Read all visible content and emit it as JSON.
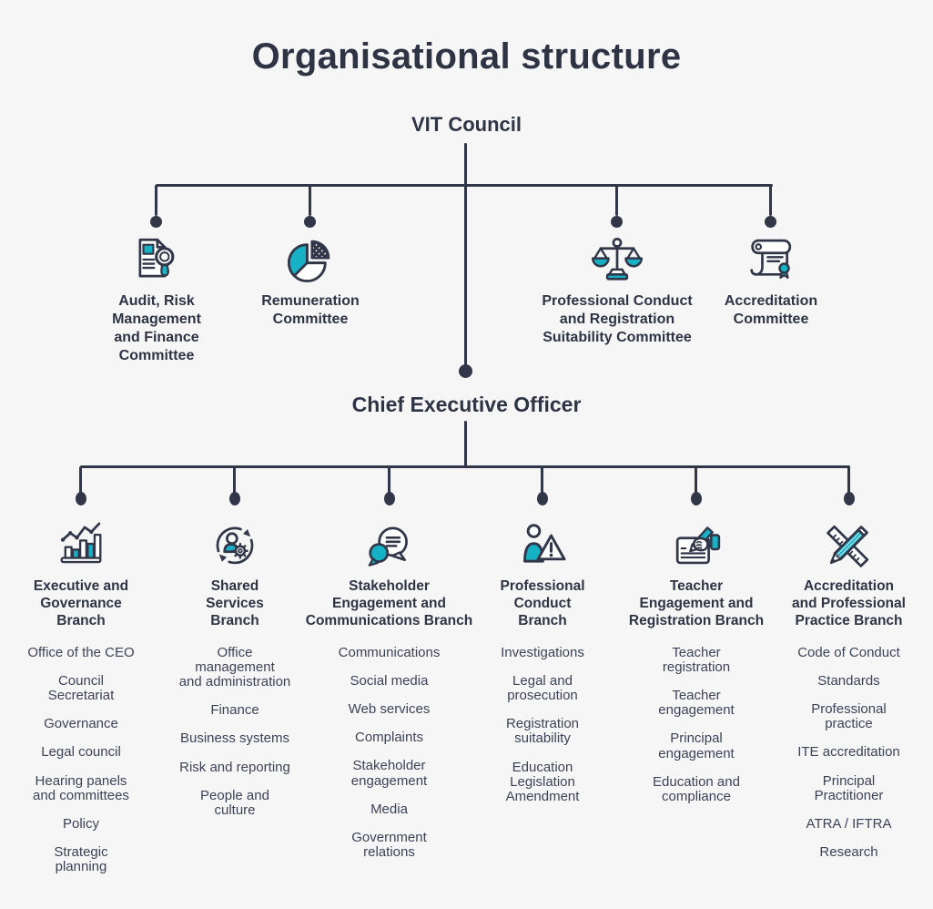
{
  "title": "Organisational structure",
  "council": {
    "label": "VIT Council"
  },
  "ceo": {
    "label": "Chief Executive Officer"
  },
  "colors": {
    "navy": "#313748",
    "teal": "#17b1c5",
    "background": "#f6f6f7"
  },
  "committees": [
    {
      "icon": "audit-document-magnifier-icon",
      "label": "Audit, Risk\nManagement\nand Finance\nCommittee"
    },
    {
      "icon": "pie-chart-icon",
      "label": "Remuneration\nCommittee"
    },
    {
      "icon": "scales-icon",
      "label": "Professional Conduct\nand Registration\nSuitability Committee"
    },
    {
      "icon": "scroll-certificate-icon",
      "label": "Accreditation\nCommittee"
    }
  ],
  "branches": [
    {
      "icon": "bar-chart-trend-icon",
      "title": "Executive and\nGovernance\nBranch",
      "items": [
        "Office of the CEO",
        "Council\nSecretariat",
        "Governance",
        "Legal council",
        "Hearing panels\nand committees",
        "Policy",
        "Strategic\nplanning"
      ]
    },
    {
      "icon": "cycle-person-gear-icon",
      "title": "Shared\nServices\nBranch",
      "items": [
        "Office\nmanagement\nand administration",
        "Finance",
        "Business systems",
        "Risk and reporting",
        "People and\nculture"
      ]
    },
    {
      "icon": "chat-bubbles-icon",
      "title": "Stakeholder\nEngagement and\nCommunications Branch",
      "items": [
        "Communications",
        "Social media",
        "Web services",
        "Complaints",
        "Stakeholder\nengagement",
        "Media",
        "Government\nrelations"
      ]
    },
    {
      "icon": "person-alert-icon",
      "title": "Professional\nConduct\nBranch",
      "items": [
        "Investigations",
        "Legal and\nprosecution",
        "Registration\nsuitability",
        "Education\nLegislation\nAmendment"
      ]
    },
    {
      "icon": "writing-hand-icon",
      "title": "Teacher\nEngagement and\nRegistration Branch",
      "items": [
        "Teacher\nregistration",
        "Teacher\nengagement",
        "Principal\nengagement",
        "Education and\ncompliance"
      ]
    },
    {
      "icon": "pencil-ruler-icon",
      "title": "Accreditation\nand Professional\nPractice Branch",
      "items": [
        "Code of Conduct",
        "Standards",
        "Professional\npractice",
        "ITE accreditation",
        "Principal\nPractitioner",
        "ATRA / IFTRA",
        "Research"
      ]
    }
  ]
}
